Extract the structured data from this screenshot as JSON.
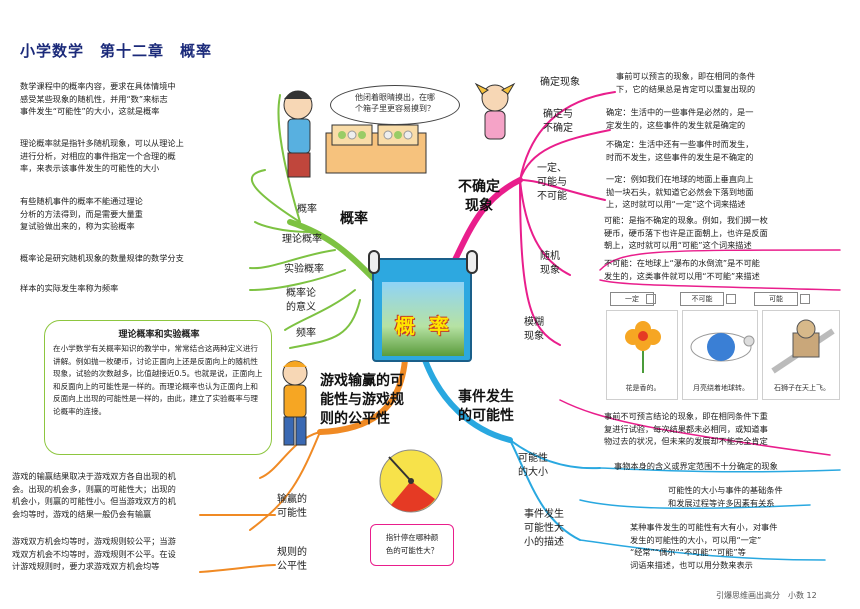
{
  "header": {
    "title": "小学数学　第十二章　概率"
  },
  "center_card": {
    "label": "概  率"
  },
  "speech_bubble": "他闭着眼晴摸出，在哪\n个箱子里更容易摸到？",
  "spinner_bubble": "指针停在哪种颜\n色的可能性大？",
  "left_branch_1": {
    "title": "概率",
    "nodes": [
      "概率",
      "理论概率",
      "实验概率",
      "概率论\n的意义",
      "频率"
    ],
    "texts": [
      "数学课程中的概率内容，要求在具体情境中\n感受某些现象的随机性，并用“数”来标志\n事件发生“可能性”的大小，这就是概率",
      "理论概率就是指针多随机现象，可以从理论上\n进行分析，对相应的事件指定一个合理的概\n率，来表示该事件发生的可能性的大小",
      "有些随机事件的概率不能通过理论\n分析的方法得到，而是需要大量重\n复试验做出来的，称为实验概率",
      "概率论是研究随机现象的数量规律的数学分支",
      "样本的实际发生率称为频率"
    ]
  },
  "left_box": {
    "title": "理论概率和实验概率",
    "text": "在小学数学有关概率知识的教学中，常常结合这两种定义进行讲解。例如抛一枚硬币，讨论正面向上还是反面向上的随机性现象，试验的次数越多，比值越接近0.5。也就是说，正面向上和反面向上的可能性是一样的。而理论概率也认为正面向上和反面向上出现的可能性是一样的，由此，建立了实验概率与理论概率的连接。"
  },
  "left_branch_2": {
    "title": "游戏输赢的可\n能性与游戏规\n则的公平性",
    "nodes": [
      "输赢的\n可能性",
      "规则的\n公平性"
    ],
    "texts": [
      "游戏的输赢结果取决于游戏双方各自出现的机\n会。出现的机会多，则赢的可能性大；出现的\n机会小，则赢的可能性小。但当游戏双方的机\n会均等时，游戏的结果一般仍会有输赢",
      "游戏双方机会均等时，游戏规则较公平；当游\n戏双方机会不均等时，游戏规则不公平。在设\n计游戏规则时，要力求游戏双方机会均等"
    ]
  },
  "right_branch_1": {
    "title": "不确定\n现象",
    "nodes": [
      "确定现象",
      "确定与\n不确定",
      "一定、\n可能与\n不可能",
      "随机\n现象",
      "模糊\n现象"
    ],
    "texts": [
      "事前可以预言的现象，即在相同的条件\n下，它的结果总是肯定可以重复出现的",
      "确定：生活中的一些事件是必然的，是一\n定发生的，这些事件的发生就是确定的",
      "不确定：生活中还有一些事件时而发生，\n时而不发生，这些事件的发生是不确定的",
      "一定：例如我们在地球的地面上垂直向上\n抛一块石头，就知道它必然会下落到地面\n上，这时就可以用“一定”这个词来描述",
      "可能：是指不确定的现象。例如，我们掷一枚\n硬币，硬币落下也许是正面朝上，也许是反面\n朝上，这时就可以用“可能”这个词来描述",
      "不可能：在地球上“瀑布的水倒流”是不可能\n发生的，这类事件就可以用“不可能”来描述",
      "事前不可预言结论的现象，即在相同条件下重\n复进行试验，每次结果都未必相同，或知道事\n物过去的状况，但未来的发展却不能完全肯定"
    ],
    "choice_labels": [
      "一定",
      "不可能",
      "可能"
    ],
    "scene_captions": [
      "花是香的。",
      "月亮绕着地球转。",
      "石狮子在天上飞。"
    ]
  },
  "right_branch_2": {
    "title": "事件发生\n的可能性",
    "nodes": [
      "可能性\n的大小",
      "事件发生\n可能性大\n小的描述"
    ],
    "texts": [
      "事物本身的含义或界定范围不十分确定的现象",
      "可能性的大小与事件的基础条件\n和发展过程等许多因素有关系",
      "某种事件发生的可能性有大有小，对事件\n发生的可能性的大小，可以用“一定”\n“经常”“偶尔”“不可能”“可能”等\n词语来描述，也可以用分数来表示"
    ]
  },
  "footer": {
    "text": "引爆思维画出高分　小数 12"
  },
  "colors": {
    "green": "#7dc242",
    "orange": "#f08a24",
    "magenta": "#e91e8c",
    "blue": "#29a8e0"
  }
}
